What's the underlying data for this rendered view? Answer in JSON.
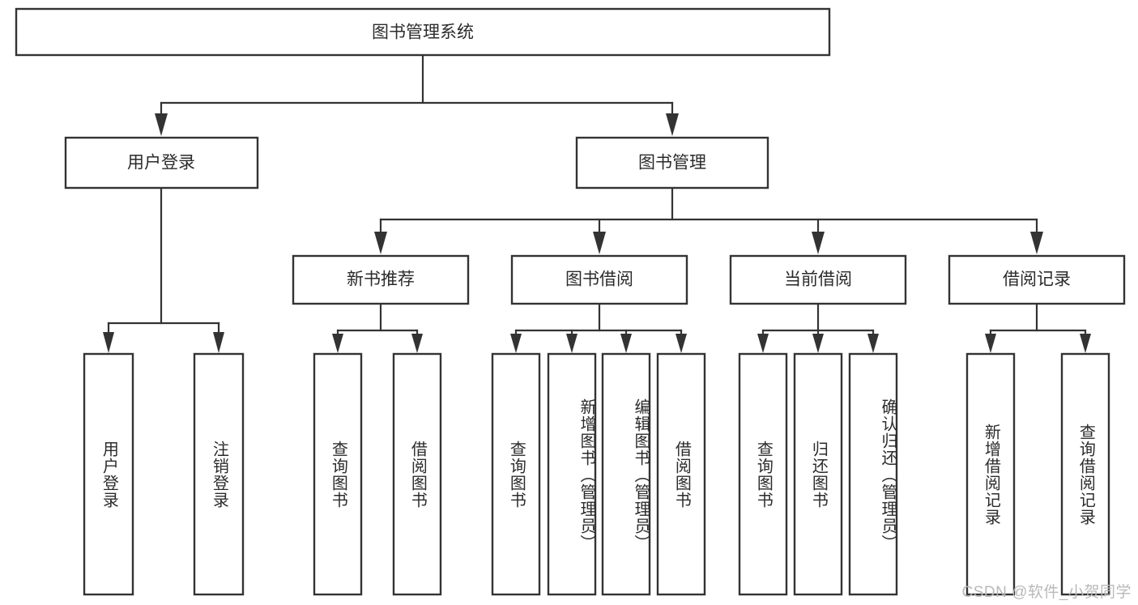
{
  "diagram": {
    "type": "tree-hierarchy-chart",
    "title": "图书管理系统",
    "watermark": "CSDN @软件_小贺同学",
    "colors": {
      "box_stroke": "#333333",
      "box_fill": "#ffffff",
      "text": "#2b2b2b",
      "connector": "#333333",
      "watermark": "#b9b9b9",
      "background": "#ffffff"
    },
    "root": {
      "label": "图书管理系统",
      "orientation": "horizontal"
    },
    "level2": [
      {
        "id": "user-login",
        "label": "用户登录",
        "orientation": "horizontal"
      },
      {
        "id": "book-management",
        "label": "图书管理",
        "orientation": "horizontal"
      }
    ],
    "level3": [
      {
        "id": "new-book-recommend",
        "label": "新书推荐",
        "orientation": "horizontal",
        "parent": "book-management"
      },
      {
        "id": "book-borrow",
        "label": "图书借阅",
        "orientation": "horizontal",
        "parent": "book-management"
      },
      {
        "id": "current-borrow",
        "label": "当前借阅",
        "orientation": "horizontal",
        "parent": "book-management"
      },
      {
        "id": "borrow-records",
        "label": "借阅记录",
        "orientation": "horizontal",
        "parent": "book-management"
      }
    ],
    "leaves": [
      {
        "id": "leaf-user-login",
        "label": "用户登录",
        "parent": "user-login",
        "orientation": "vertical"
      },
      {
        "id": "leaf-logout-login",
        "label": "注销登录",
        "parent": "user-login",
        "orientation": "vertical"
      },
      {
        "id": "leaf-query-book-1",
        "label": "查询图书",
        "parent": "new-book-recommend",
        "orientation": "vertical"
      },
      {
        "id": "leaf-borrow-book-1",
        "label": "借阅图书",
        "parent": "new-book-recommend",
        "orientation": "vertical"
      },
      {
        "id": "leaf-query-book-2",
        "label": "查询图书",
        "parent": "book-borrow",
        "orientation": "vertical"
      },
      {
        "id": "leaf-add-book",
        "label": "新增图书（管理员）",
        "parent": "book-borrow",
        "orientation": "vertical"
      },
      {
        "id": "leaf-edit-book",
        "label": "编辑图书（管理员）",
        "parent": "book-borrow",
        "orientation": "vertical"
      },
      {
        "id": "leaf-borrow-book-2",
        "label": "借阅图书",
        "parent": "book-borrow",
        "orientation": "vertical"
      },
      {
        "id": "leaf-query-book-3",
        "label": "查询图书",
        "parent": "current-borrow",
        "orientation": "vertical"
      },
      {
        "id": "leaf-return-book",
        "label": "归还图书",
        "parent": "current-borrow",
        "orientation": "vertical"
      },
      {
        "id": "leaf-confirm-return",
        "label": "确认归还（管理员）",
        "parent": "current-borrow",
        "orientation": "vertical"
      },
      {
        "id": "leaf-add-record",
        "label": "新增借阅记录",
        "parent": "borrow-records",
        "orientation": "vertical"
      },
      {
        "id": "leaf-query-record",
        "label": "查询借阅记录",
        "parent": "borrow-records",
        "orientation": "vertical"
      }
    ]
  }
}
